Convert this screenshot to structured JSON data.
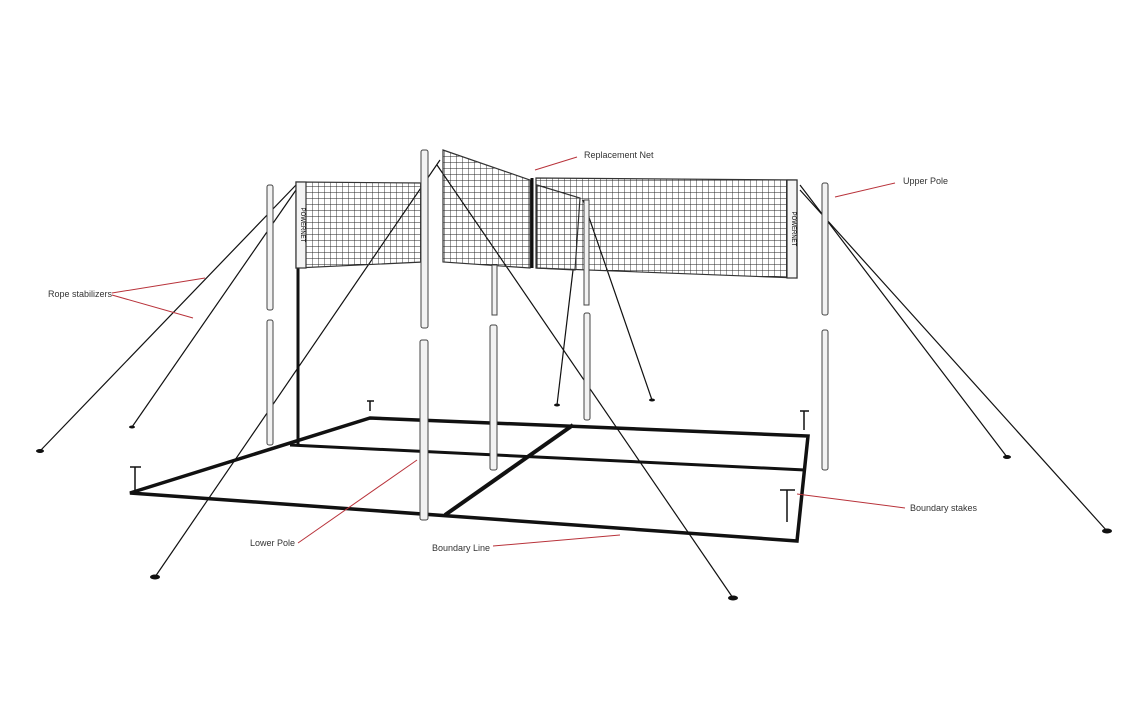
{
  "labels": {
    "replacement_net": "Replacement Net",
    "upper_pole": "Upper Pole",
    "rope_stabilizers": "Rope stabilizers",
    "boundary_stakes": "Boundary stakes",
    "lower_pole": "Lower Pole",
    "boundary_line": "Boundary Line"
  },
  "brand": "POWERNET",
  "colors": {
    "leader_line": "#b8323a",
    "line": "#111111",
    "pole": "#f2f2f2"
  }
}
